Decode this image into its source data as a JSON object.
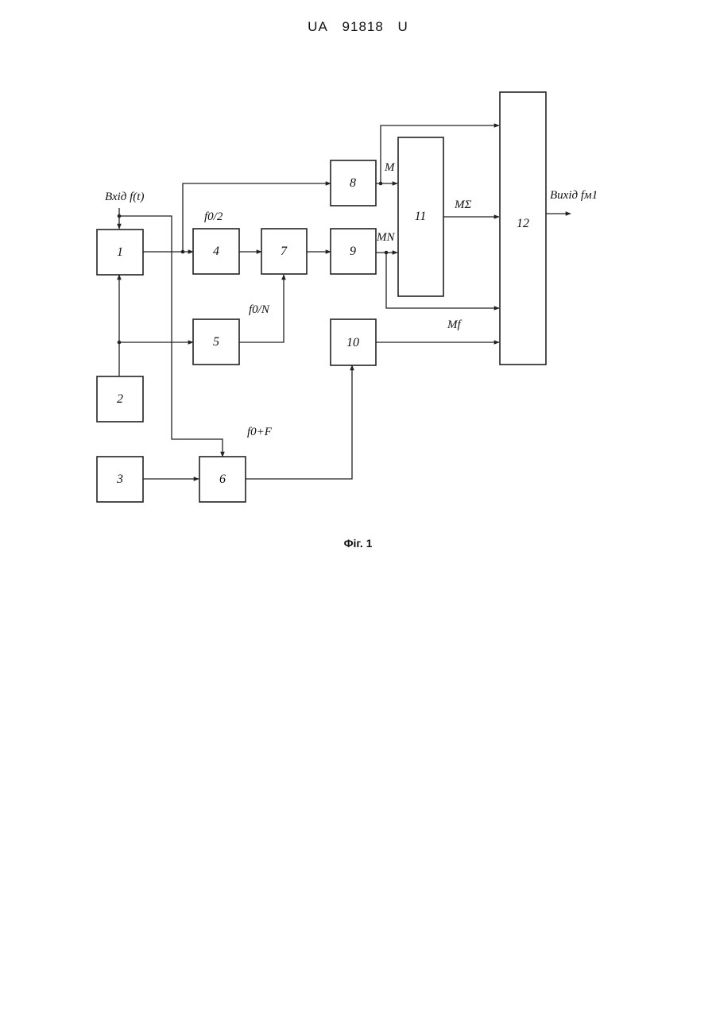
{
  "header": {
    "country": "UA",
    "number": "91818",
    "kind": "U"
  },
  "blocks": [
    "1",
    "2",
    "3",
    "4",
    "5",
    "6",
    "7",
    "8",
    "9",
    "10",
    "11",
    "12"
  ],
  "labels": {
    "input": "Вхід f(t)",
    "output": "Вихід fм1",
    "f0_half": "f0/2",
    "f0_n": "f0/N",
    "f0_plus_f": "f0+F",
    "m": "M",
    "mn": "MN",
    "msum": "MΣ",
    "mf": "Mf"
  },
  "caption": "Фіг. 1"
}
